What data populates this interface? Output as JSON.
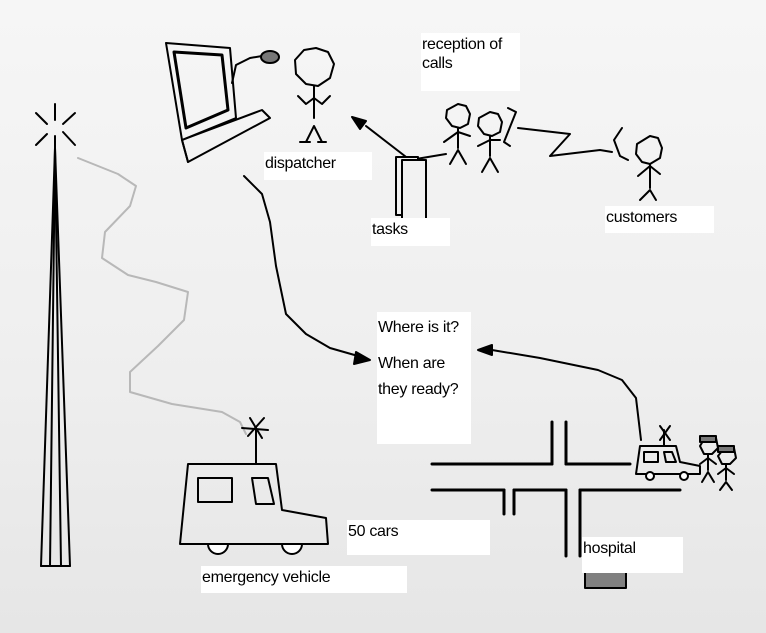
{
  "labels": {
    "reception": "reception of calls",
    "dispatcher": "dispatcher",
    "tasks": "tasks",
    "customers": "customers",
    "question_where": "Where is it?",
    "question_when": "When are they ready?",
    "cars": "50 cars",
    "hospital": "hospital",
    "emergency_vehicle": "emergency vehicle"
  },
  "colors": {
    "stroke": "#000000",
    "radio_link": "#b8b8b8",
    "hospital_block": "#808080",
    "label_bg": "#ffffff"
  }
}
